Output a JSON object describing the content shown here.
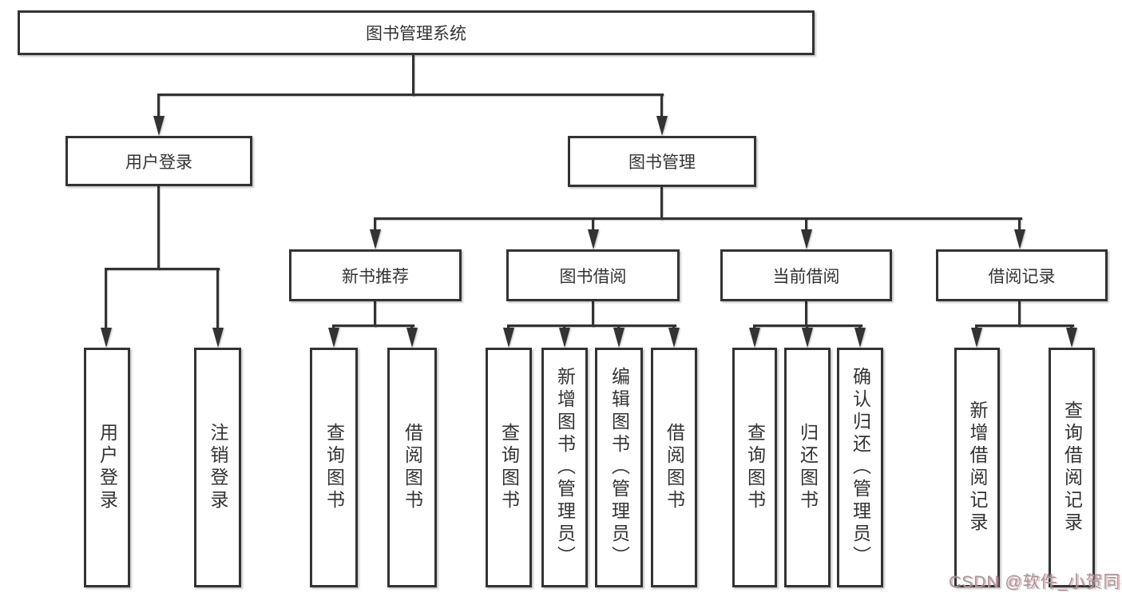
{
  "tree": {
    "root": {
      "label": "图书管理系统"
    },
    "children": [
      {
        "label": "用户登录",
        "children": [
          {
            "label": "用户登录"
          },
          {
            "label": "注销登录"
          }
        ]
      },
      {
        "label": "图书管理",
        "children": [
          {
            "label": "新书推荐",
            "children": [
              {
                "label": "查询图书"
              },
              {
                "label": "借阅图书"
              }
            ]
          },
          {
            "label": "图书借阅",
            "children": [
              {
                "label": "查询图书"
              },
              {
                "label": "新增图书（管理员）"
              },
              {
                "label": "编辑图书（管理员）"
              },
              {
                "label": "借阅图书"
              }
            ]
          },
          {
            "label": "当前借阅",
            "children": [
              {
                "label": "查询图书"
              },
              {
                "label": "归还图书"
              },
              {
                "label": "确认归还（管理员）"
              }
            ]
          },
          {
            "label": "借阅记录",
            "children": [
              {
                "label": "新增借阅记录"
              },
              {
                "label": "查询借阅记录"
              }
            ]
          }
        ]
      }
    ]
  },
  "watermark": {
    "text": "CSDN @软件_小贺同学"
  },
  "colors": {
    "line": "#333333",
    "box-border": "#333333",
    "box-fill": "#ffffff",
    "text": "#333333",
    "watermark-gray": "#9b9b9b",
    "watermark-pink": "#e57f8e"
  }
}
